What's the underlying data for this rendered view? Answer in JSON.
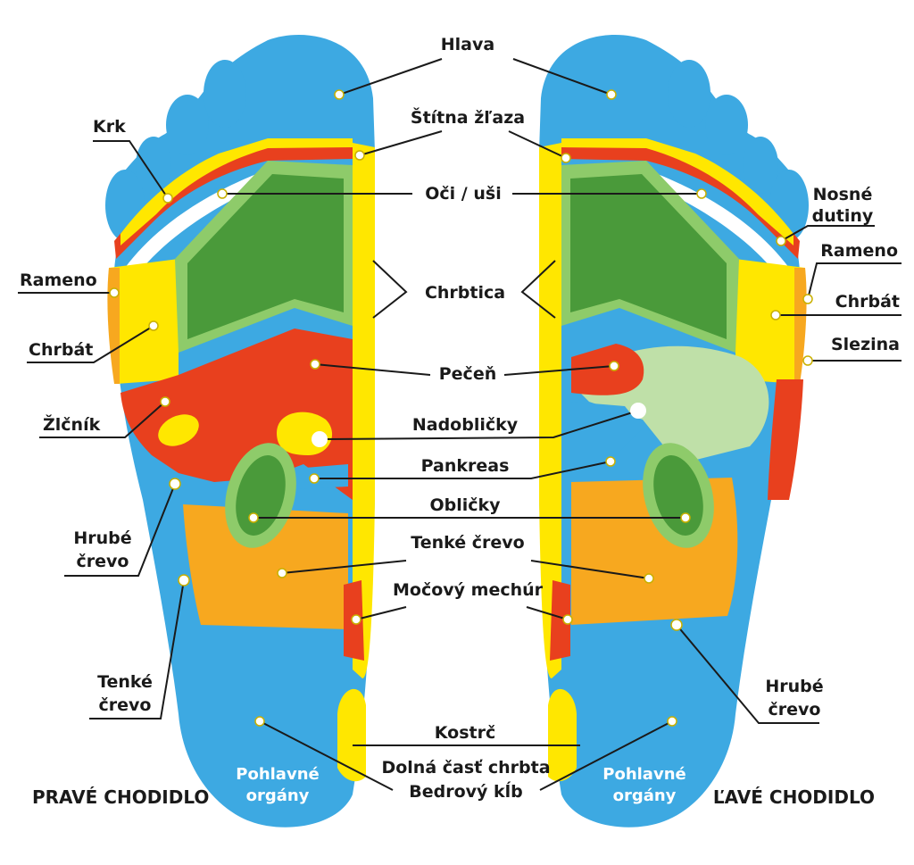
{
  "labels": {
    "hlava": "Hlava",
    "stitna_zlaza": "Štítna žľaza",
    "oci_usi": "Oči / uši",
    "chrbtica": "Chrbtica",
    "pecen": "Pečeň",
    "nadoblicky": "Nadobličky",
    "pankreas": "Pankreas",
    "oblicky": "Obličky",
    "tenke_crevo_center": "Tenké črevo",
    "mocovy_mechur": "Močový mechúr",
    "kostrc": "Kostrč",
    "dolna_cast_chrbta": "Dolná časť chrbta",
    "bedrovy_klb": "Bedrový kĺb",
    "krk": "Krk",
    "rameno_right": "Rameno",
    "chrbat_right": "Chrbát",
    "zlcnik": "Žlčník",
    "hrube_crevo_right_1": "Hrubé",
    "hrube_crevo_right_2": "črevo",
    "tenke_crevo_right_1": "Tenké",
    "tenke_crevo_right_2": "črevo",
    "nosne_dutiny_1": "Nosné",
    "nosne_dutiny_2": "dutiny",
    "rameno_left": "Rameno",
    "chrbat_left": "Chrbát",
    "slezina": "Slezina",
    "hrube_crevo_left_1": "Hrubé",
    "hrube_crevo_left_2": "črevo",
    "pohlavne_right_1": "Pohlavné",
    "pohlavne_right_2": "orgány",
    "pohlavne_left_1": "Pohlavné",
    "pohlavne_left_2": "orgány"
  },
  "foot_titles": {
    "right": "PRAVÉ CHODIDLO",
    "left": "ĽAVÉ CHODIDLO"
  },
  "colors": {
    "blue": "#3da9e2",
    "yellow": "#ffe700",
    "red": "#e8401e",
    "green_dark": "#4a9a3a",
    "green_light": "#8ecb6a",
    "green_pale": "#bfe0a8",
    "orange": "#f7a81f"
  }
}
